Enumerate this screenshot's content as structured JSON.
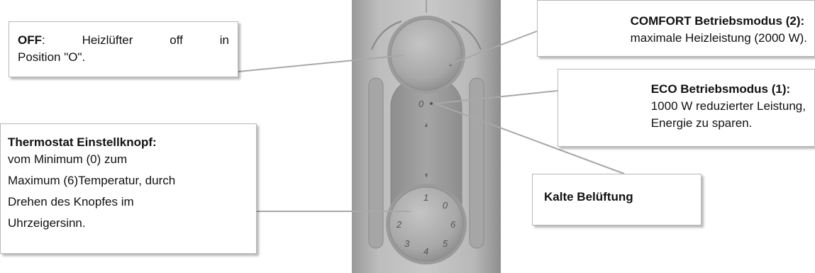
{
  "callouts": {
    "off": {
      "title": "OFF",
      "rest_line1": ":",
      "word1": "Heizlüfter",
      "word2": "off",
      "word3": "in",
      "line2": "Position \"O\"."
    },
    "thermostat": {
      "title": "Thermostat Einstellknopf:",
      "line1": "vom Minimum (0) zum",
      "line2": "Maximum (6)Temperatur, durch",
      "line3": "Drehen des Knopfes im",
      "line4": "Uhrzeigersinn."
    },
    "comfort": {
      "title": "COMFORT Betriebsmodus (2):",
      "line1": "maximale Heizleistung (2000 W)."
    },
    "eco": {
      "title": "ECO Betriebsmodus (1):",
      "line1": "1000 W reduzierter Leistung,",
      "line2": "Energie zu sparen."
    },
    "kalt": {
      "title_bold": "Ka",
      "title_rest": "lte Belüftung"
    }
  },
  "device": {
    "upper_knob_marks": [
      "0"
    ],
    "lower_knob_numbers": [
      "1",
      "0",
      "6",
      "5",
      "4",
      "3",
      "2"
    ],
    "colors": {
      "body": "#a3a3a3",
      "knob": "#a9a9a9",
      "leader": "#aaaaaa"
    }
  }
}
